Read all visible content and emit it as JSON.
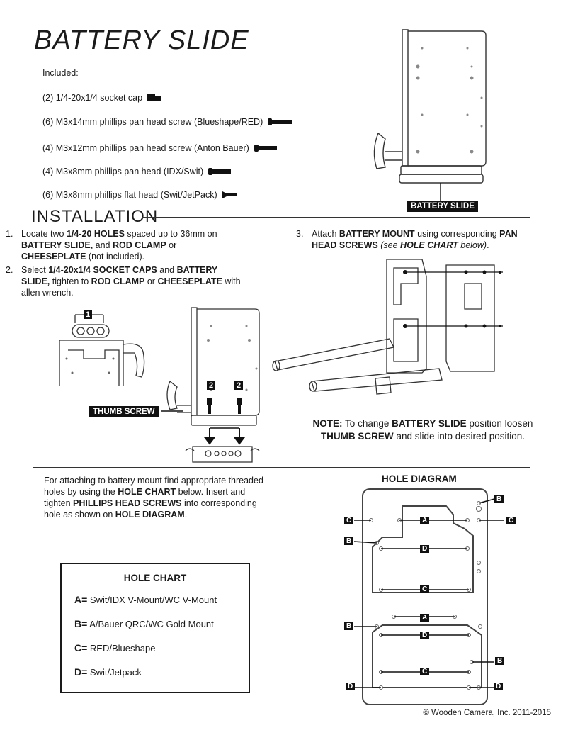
{
  "title": "BATTERY SLIDE",
  "included_label": "Included:",
  "parts": [
    "(2) 1/4-20x1/4 socket cap",
    "(6) M3x14mm phillips pan head screw (Blueshape/RED)",
    "(4) M3x12mm phillips pan head screw (Anton Bauer)",
    "(4) M3x8mm phillips pan head (IDX/Swit)",
    "(6) M3x8mm phillips flat head (Swit/JetPack)"
  ],
  "battery_slide_label": "BATTERY SLIDE",
  "installation_title": "INSTALLATION",
  "steps": [
    {
      "num": "1.",
      "html": "Locate two <b>1/4-20 HOLES</b> spaced up to 36mm on<br><b>BATTERY SLIDE,</b> and <b>ROD CLAMP</b> or<br><b>CHEESEPLATE</b> (not included)."
    },
    {
      "num": "2.",
      "html": "Select <b>1/4-20x1/4 SOCKET CAPS</b> and <b>BATTERY</b><br><b>SLIDE,</b> tighten to <b>ROD CLAMP</b> or <b>CHEESEPLATE</b> with<br>allen wrench."
    },
    {
      "num": "3.",
      "html": "Attach <b>BATTERY MOUNT</b> using corresponding <b>PAN</b><br><b>HEAD SCREWS</b> <i>(see <b>HOLE CHART</b> below)</i>."
    }
  ],
  "callouts": {
    "one": "1",
    "two": "2"
  },
  "thumb_screw_label": "THUMB SCREW",
  "note_html": "<b>NOTE:</b> To change <b>BATTERY SLIDE</b> position loosen <b>THUMB SCREW</b> and slide into desired position.",
  "attach_html": "For attaching to battery mount find appropriate threaded holes by using the <b>HOLE CHART</b> below. Insert and tighten <b>PHILLIPS HEAD SCREWS</b> into corresponding hole as shown on <b>HOLE DIAGRAM</b>.",
  "hole_diagram_title": "HOLE DIAGRAM",
  "hole_chart": {
    "title": "HOLE CHART",
    "rows": [
      {
        "key": "A=",
        "value": "Swit/IDX V-Mount/WC V-Mount"
      },
      {
        "key": "B=",
        "value": "A/Bauer QRC/WC Gold Mount"
      },
      {
        "key": "C=",
        "value": "RED/Blueshape"
      },
      {
        "key": "D=",
        "value": "Swit/Jetpack"
      }
    ]
  },
  "diagram_letters": {
    "a": "A",
    "b": "B",
    "c": "C",
    "d": "D"
  },
  "copyright": "© Wooden Camera, Inc. 2011-2015"
}
